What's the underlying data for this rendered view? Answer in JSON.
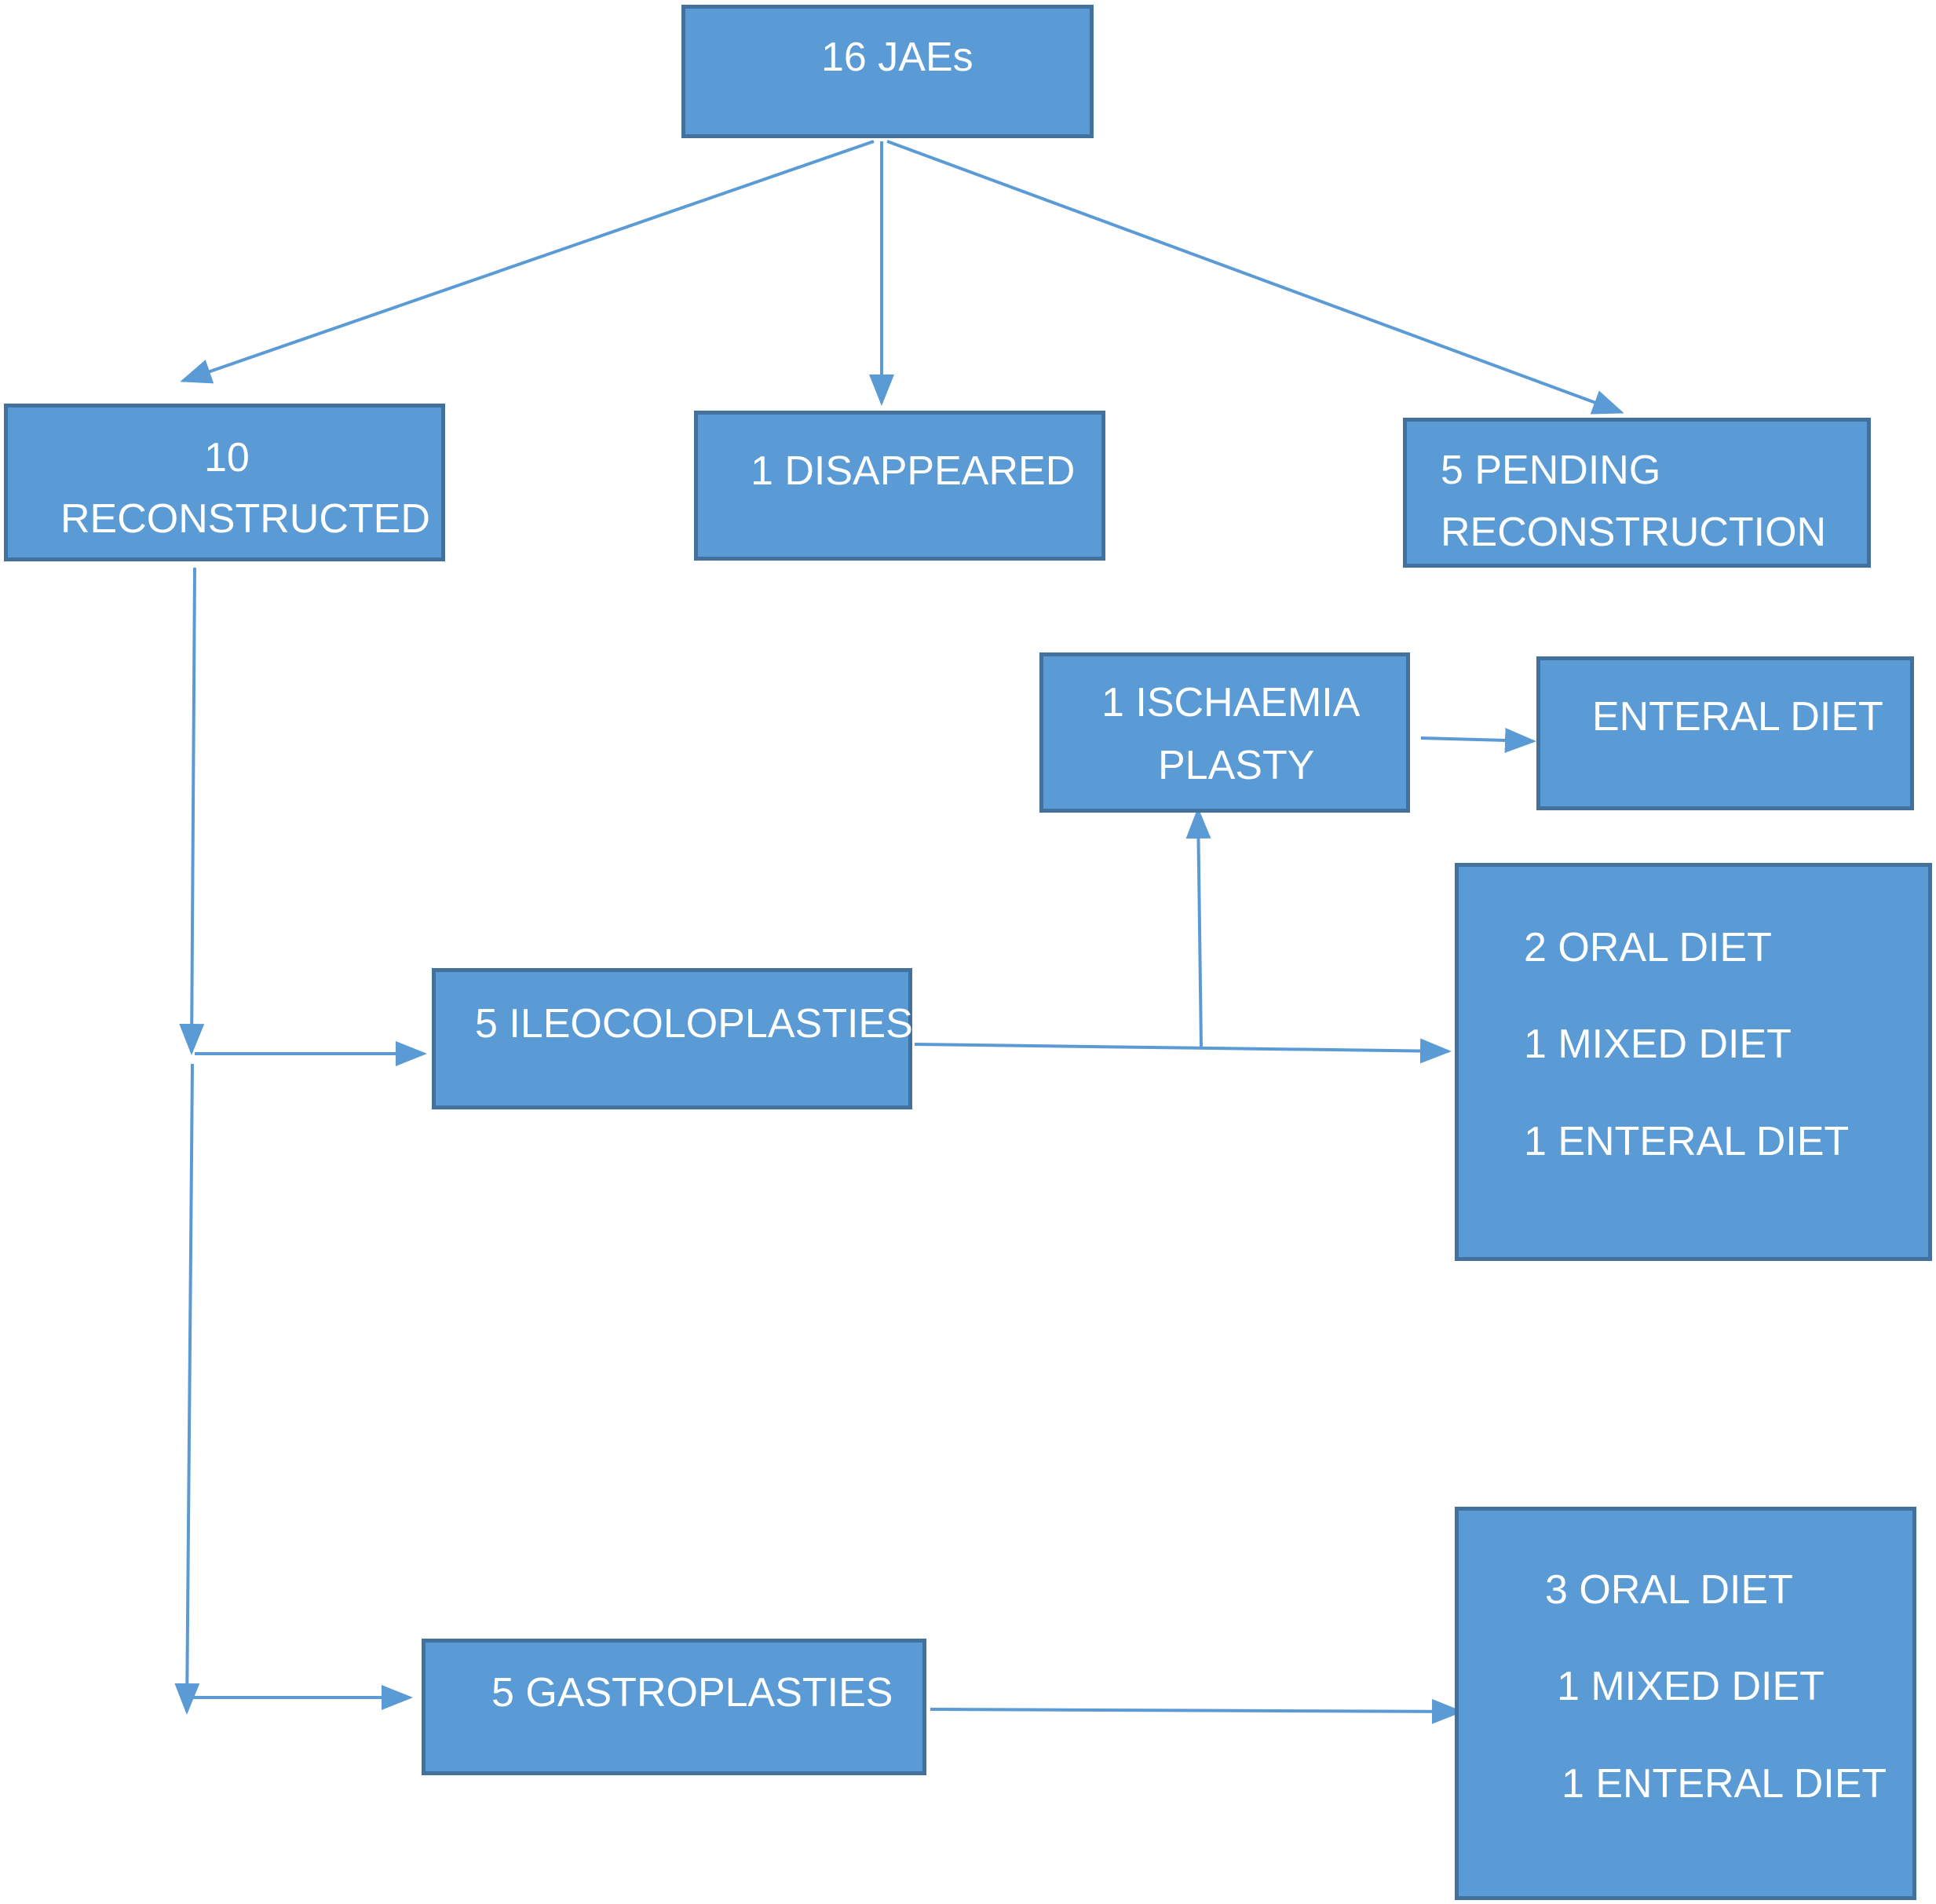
{
  "boxes": {
    "root": {
      "lines": [
        "16 JAEs"
      ]
    },
    "reconstructed": {
      "lines": [
        "10",
        "RECONSTRUCTED"
      ]
    },
    "disappeared": {
      "lines": [
        "1  DISAPPEARED"
      ]
    },
    "pending": {
      "lines": [
        "5 PENDING",
        "RECONSTRUCTION"
      ]
    },
    "ischaemia": {
      "lines": [
        "1 ISCHAEMIA",
        "PLASTY"
      ]
    },
    "enteral": {
      "lines": [
        "ENTERAL DIET"
      ]
    },
    "ileo_outcomes": {
      "lines": [
        "2 ORAL DIET",
        "1 MIXED DIET",
        "1 ENTERAL DIET"
      ]
    },
    "ileocoloplasties": {
      "lines": [
        "5 ILEOCOLOPLASTIES"
      ]
    },
    "gastroplasties": {
      "lines": [
        "5 GASTROPLASTIES"
      ]
    },
    "gastro_outcomes": {
      "lines": [
        "3 ORAL DIET",
        "1 MIXED DIET",
        "1 ENTERAL DIET"
      ]
    }
  },
  "colors": {
    "box_fill": "#5b9bd5",
    "box_border": "#41719c",
    "arrow": "#5b9bd5",
    "text": "#ffffff"
  }
}
